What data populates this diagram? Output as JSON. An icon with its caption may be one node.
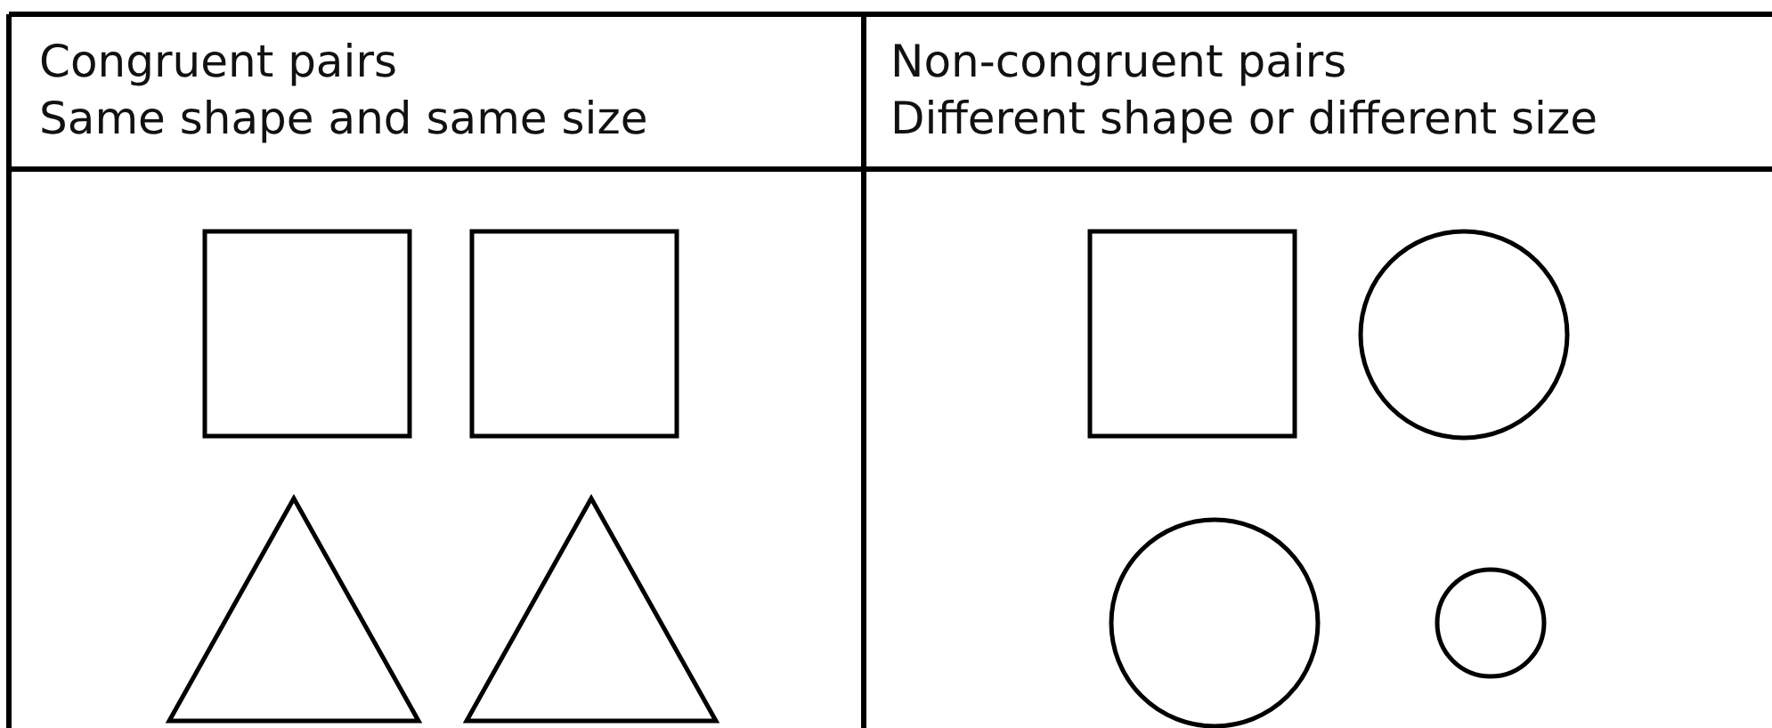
{
  "diagram": {
    "nodes": [
      {
        "text": [],
        "shape": "square"
      },
      {
        "text": [],
        "shape": "square"
      },
      {
        "text": [],
        "shape": "triangle"
      },
      {
        "text": [],
        "shape": "triangle"
      },
      {
        "text": [],
        "shape": "square"
      },
      {
        "text": [],
        "shape": "circle"
      },
      {
        "text": [],
        "shape": "circle"
      },
      {
        "text": [],
        "shape": "circle"
      }
    ],
    "labels": [
      "Congruent pairs",
      "Same shape and same size",
      "Non-congruent pairs",
      "Different shape or different size"
    ]
  }
}
